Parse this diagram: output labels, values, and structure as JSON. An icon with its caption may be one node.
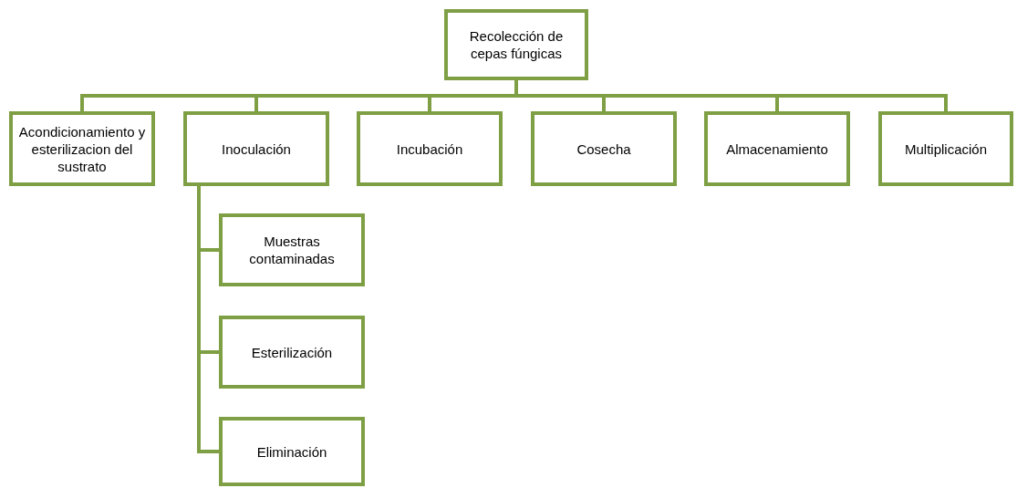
{
  "diagram": {
    "nodes": [
      {
        "text": [
          "Recolección de cepas fúngicas"
        ]
      },
      {
        "text": [
          "Acondicionamiento y esterilizacion del sustrato"
        ]
      },
      {
        "text": [
          "Inoculación"
        ]
      },
      {
        "text": [
          "Incubación"
        ]
      },
      {
        "text": [
          "Cosecha"
        ]
      },
      {
        "text": [
          "Almacenamiento"
        ]
      },
      {
        "text": [
          "Multiplicación"
        ]
      },
      {
        "text": [
          "Muestras contaminadas"
        ]
      },
      {
        "text": [
          "Esterilización"
        ]
      },
      {
        "text": [
          "Eliminación"
        ]
      }
    ],
    "edges": [
      {
        "from": 0,
        "to": 1,
        "arrow": "none"
      },
      {
        "from": 0,
        "to": 2,
        "arrow": "none"
      },
      {
        "from": 0,
        "to": 3,
        "arrow": "none"
      },
      {
        "from": 0,
        "to": 4,
        "arrow": "none"
      },
      {
        "from": 0,
        "to": 5,
        "arrow": "none"
      },
      {
        "from": 0,
        "to": 6,
        "arrow": "none"
      },
      {
        "from": 2,
        "to": 7,
        "arrow": "none"
      },
      {
        "from": 2,
        "to": 8,
        "arrow": "none"
      },
      {
        "from": 2,
        "to": 9,
        "arrow": "none"
      }
    ]
  }
}
